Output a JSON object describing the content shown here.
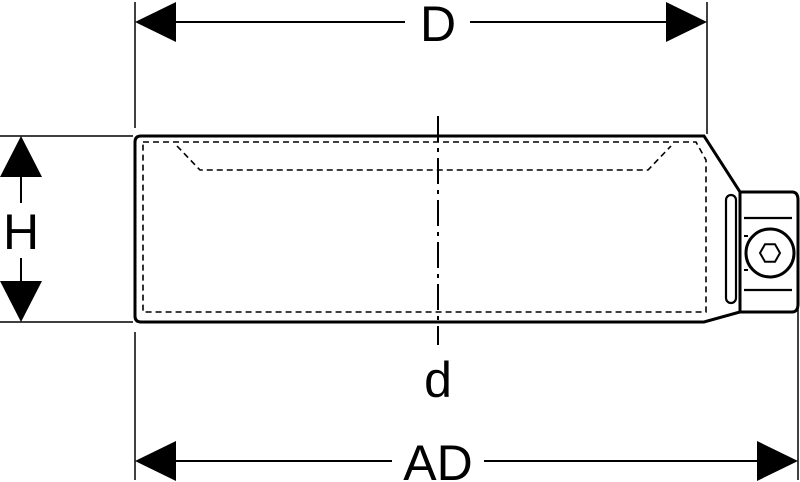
{
  "labels": {
    "D": "D",
    "H": "H",
    "d": "d",
    "AD": "AD"
  },
  "colors": {
    "line": "#000000",
    "background": "#ffffff"
  }
}
